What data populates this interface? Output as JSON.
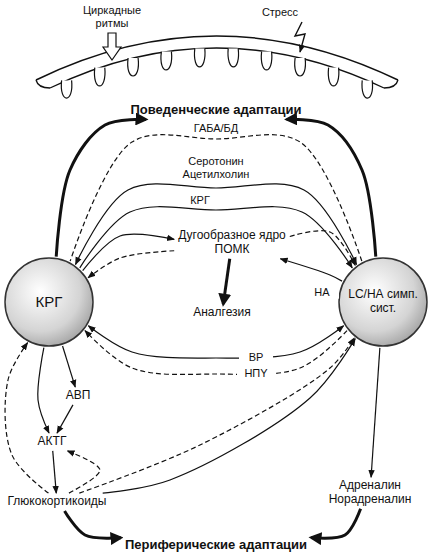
{
  "diagram": {
    "nodes": [
      {
        "text": [
          "Поведенческие адаптации"
        ]
      },
      {
        "text": [
          "КРГ"
        ]
      },
      {
        "text": [
          "LC/НА симп. сист."
        ]
      },
      {
        "text": [
          "Дугообразное ядро",
          "ПОМК"
        ]
      },
      {
        "text": [
          "Аналгезия"
        ]
      },
      {
        "text": [
          "АВП"
        ]
      },
      {
        "text": [
          "АКТГ"
        ]
      },
      {
        "text": [
          "Глюкокортикоиды"
        ]
      },
      {
        "text": [
          "Адреналин Норадреналин"
        ]
      },
      {
        "text": [
          "Периферические адаптации"
        ]
      }
    ],
    "edges": [
      {
        "from": 1,
        "to": 0,
        "arrow": "to"
      },
      {
        "from": 2,
        "to": 0,
        "arrow": "to"
      },
      {
        "from": 2,
        "to": 1,
        "label": "ГАБА/БД",
        "arrow": "none"
      },
      {
        "from": 1,
        "to": 2,
        "label": "Серотонин Ацетилхолин",
        "arrow": "both"
      },
      {
        "from": 1,
        "to": 2,
        "label": "КРГ",
        "arrow": "to"
      },
      {
        "from": 1,
        "to": 3,
        "arrow": "to"
      },
      {
        "from": 2,
        "to": 3,
        "label": "НА",
        "arrow": "to"
      },
      {
        "from": 3,
        "to": 1,
        "arrow": "to"
      },
      {
        "from": 3,
        "to": 2,
        "arrow": "to"
      },
      {
        "from": 3,
        "to": 4,
        "arrow": "to"
      },
      {
        "from": 2,
        "to": 1,
        "label": "ВР",
        "arrow": "both"
      },
      {
        "from": 2,
        "to": 1,
        "label": "НПY",
        "arrow": "to"
      },
      {
        "from": 1,
        "to": 5,
        "arrow": "to"
      },
      {
        "from": 1,
        "to": 6,
        "arrow": "to"
      },
      {
        "from": 5,
        "to": 6,
        "arrow": "to"
      },
      {
        "from": 6,
        "to": 7,
        "arrow": "to"
      },
      {
        "from": 7,
        "to": 1,
        "arrow": "to"
      },
      {
        "from": 7,
        "to": 6,
        "arrow": "to"
      },
      {
        "from": 7,
        "to": 2,
        "arrow": "to"
      },
      {
        "from": 7,
        "to": 2,
        "arrow": "to"
      },
      {
        "from": 7,
        "to": 9,
        "arrow": "to"
      },
      {
        "from": 2,
        "to": 8,
        "arrow": "to"
      },
      {
        "from": 8,
        "to": 9,
        "arrow": "to"
      }
    ],
    "labels": [
      "Циркадные ритмы",
      "Стресс"
    ]
  }
}
